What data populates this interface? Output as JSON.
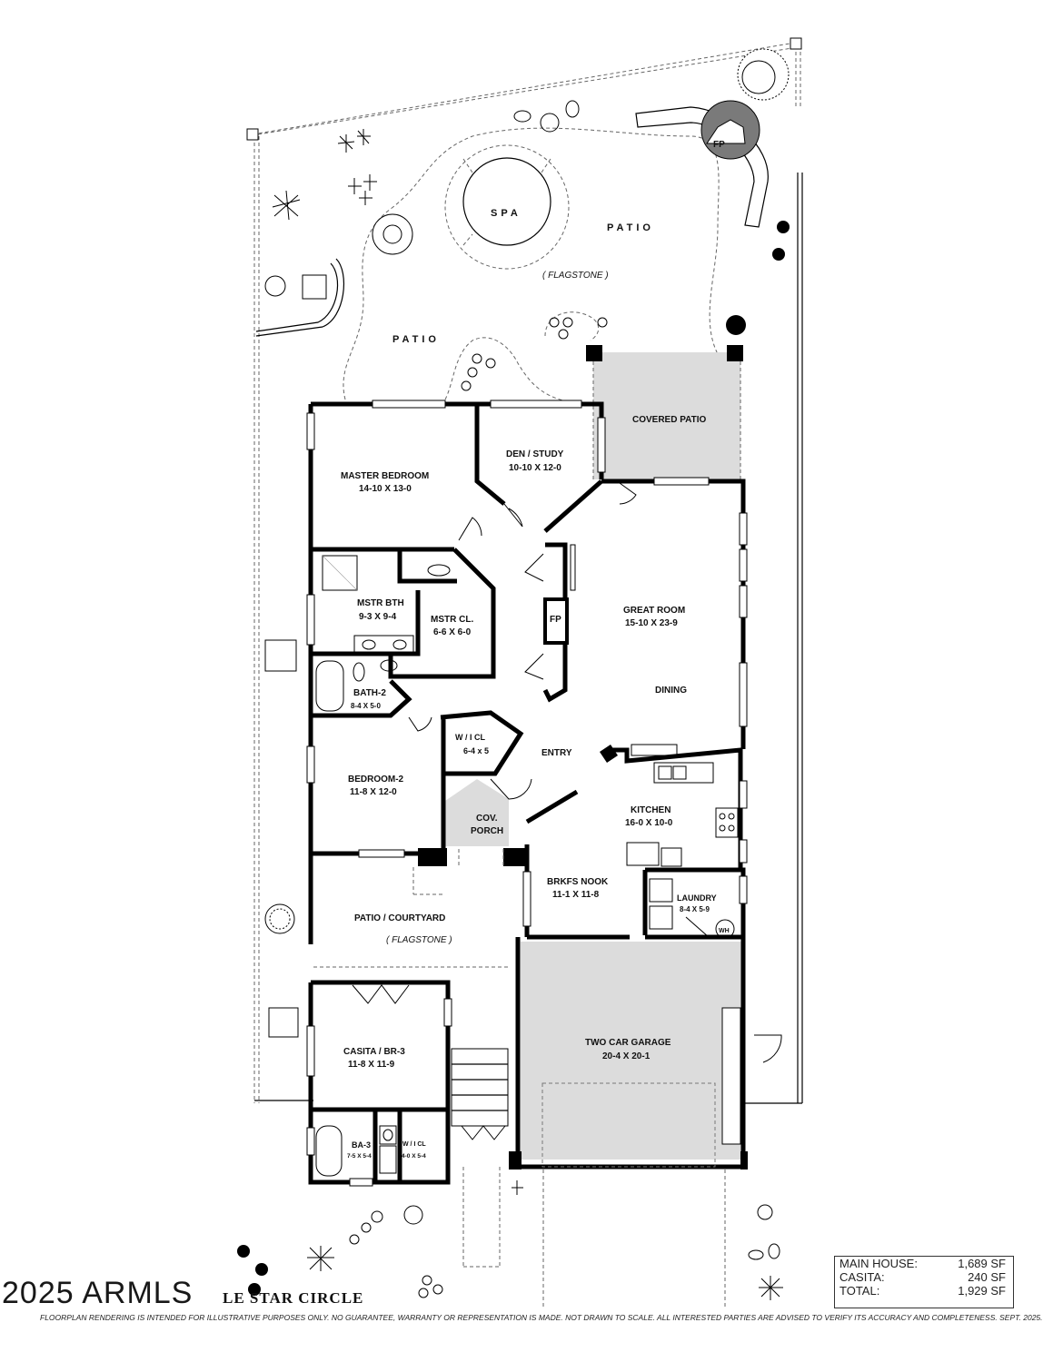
{
  "rooms": {
    "spa": "SPA",
    "patio_top": "PATIO",
    "flagstone_top": "( FLAGSTONE )",
    "patio_left": "PATIO",
    "fireplace_outdoor": "FP",
    "covered_patio": "COVERED PATIO",
    "master_bedroom": "MASTER BEDROOM",
    "master_bedroom_dim": "14-10  X  13-0",
    "den_study": "DEN / STUDY",
    "den_study_dim": "10-10 X 12-0",
    "mstr_bth": "MSTR BTH",
    "mstr_bth_dim": "9-3  X  9-4",
    "mstr_cl": "MSTR CL.",
    "mstr_cl_dim": "6-6 X 6-0",
    "fireplace_indoor": "FP",
    "great_room": "GREAT ROOM",
    "great_room_dim": "15-10  X  23-9",
    "dining": "DINING",
    "bath2": "BATH-2",
    "bath2_dim": "8-4 X 5-0",
    "wic": "W / I CL",
    "wic_dim": "6-4 x 5",
    "entry": "ENTRY",
    "bedroom2": "BEDROOM-2",
    "bedroom2_dim": "11-8  X  12-0",
    "cov_porch_1": "COV.",
    "cov_porch_2": "PORCH",
    "kitchen": "KITCHEN",
    "kitchen_dim": "16-0 X 10-0",
    "brkfs_nook": "BRKFS NOOK",
    "brkfs_nook_dim": "11-1  X  11-8",
    "laundry": "LAUNDRY",
    "laundry_dim": "8-4 X 5-9",
    "water_heater": "WH",
    "patio_courtyard": "PATIO  /  COURTYARD",
    "flagstone_court": "( FLAGSTONE )",
    "casita": "CASITA / BR-3",
    "casita_dim": "11-8  X  11-9",
    "garage": "TWO CAR GARAGE",
    "garage_dim": "20-4  X  20-1",
    "ba3": "BA-3",
    "ba3_dim": "7-5 X 5-4",
    "wic2": "W / I CL",
    "wic2_dim": "4-0 X 5-4"
  },
  "areas": [
    {
      "label": "MAIN HOUSE:",
      "value": "1,689 SF"
    },
    {
      "label": "CASITA:",
      "value": "240 SF"
    },
    {
      "label": "TOTAL:",
      "value": "1,929 SF"
    }
  ],
  "address": "LE STAR CIRCLE",
  "watermark": "2025 ARMLS",
  "disclaimer": "FLOORPLAN RENDERING IS INTENDED FOR ILLUSTRATIVE PURPOSES ONLY.  NO GUARANTEE, WARRANTY OR REPRESENTATION IS MADE.  NOT DRAWN TO SCALE.  ALL INTERESTED PARTIES ARE ADVISED TO VERIFY ITS ACCURACY AND COMPLETENESS.  SEPT. 2025."
}
